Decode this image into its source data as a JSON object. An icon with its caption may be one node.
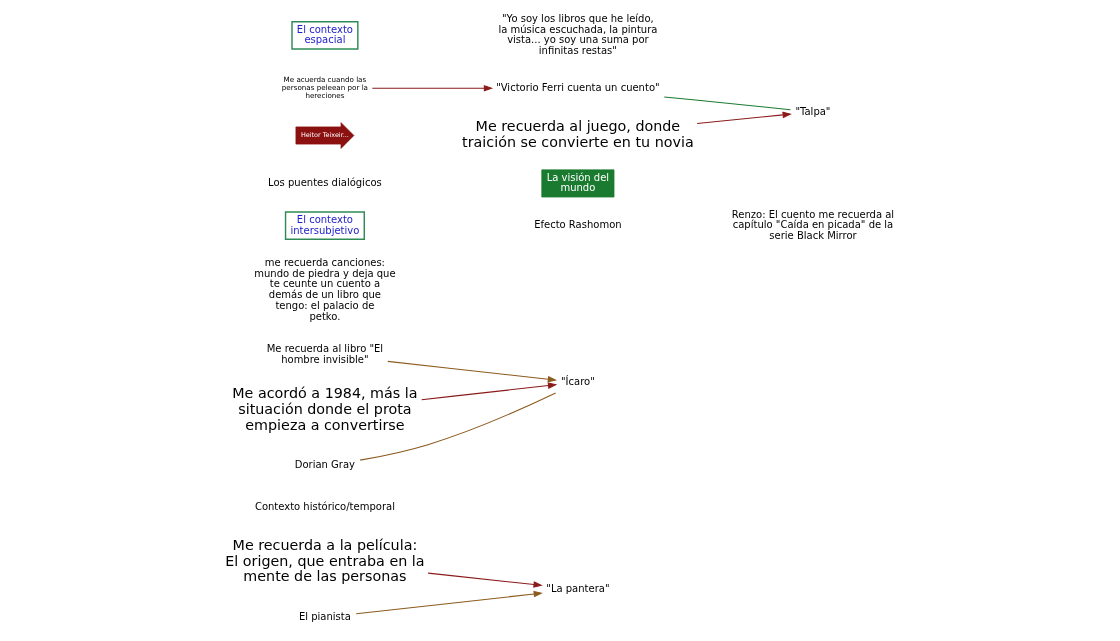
{
  "diagram": {
    "nodes": [
      {
        "text": [
          "Me recuerda a la película: El origen, que entraba en la mente de las personas"
        ]
      },
      {
        "text": [
          "El pianista"
        ]
      },
      {
        "text": [
          "\"La pantera\""
        ]
      },
      {
        "text": [
          "Contexto histórico/temporal"
        ]
      },
      {
        "text": [
          "me recuerda canciones: mundo de piedra y deja que te ceunte un cuento a demás de un libro que tengo: el palacio de petko."
        ]
      },
      {
        "text": [
          "\"Ícaro\""
        ]
      },
      {
        "text": [
          "El contexto intersubjetivo"
        ]
      },
      {
        "text": [
          "Los puentes dialógicos"
        ]
      },
      {
        "text": [
          "La visión del mundo"
        ]
      },
      {
        "text": [
          "Efecto Rashomon"
        ]
      },
      {
        "text": [
          "Renzo: El cuento me recuerda al capítulo \"Caída en picada\" de la serie Black Mirror"
        ]
      },
      {
        "text": [
          "Me recuerda al libro \"El hombre invisible\""
        ]
      },
      {
        "text": [
          "Me acuerda cuando las personas peleean por la hereciones"
        ]
      },
      {
        "text": [
          "\"Victorio Ferri cuenta un cuento\""
        ]
      },
      {
        "text": [
          "Me acordó a 1984, más la situación donde el prota empieza a convertirse"
        ]
      },
      {
        "text": [
          "Dorian Gray"
        ]
      },
      {
        "text": [
          "El contexto espacial"
        ]
      },
      {
        "text": [
          "Heitor Teixeir..."
        ]
      },
      {
        "text": [
          "\"Talpa\""
        ]
      },
      {
        "text": [
          "Me recuerda al juego, donde traición se convierte en tu novia"
        ]
      },
      {
        "text": [
          "\"Yo soy los libros que he leído, la música escuchada, la pintura vista... yo soy una suma por infinitas restas\""
        ]
      }
    ],
    "edges": [
      {
        "from": 0,
        "to": 2,
        "arrow": "to",
        "color": "#8b1a1a"
      },
      {
        "from": 1,
        "to": 2,
        "arrow": "to",
        "color": "#8b5a1e"
      },
      {
        "from": 11,
        "to": 5,
        "arrow": "to",
        "color": "#8b5a1e"
      },
      {
        "from": 15,
        "to": 5,
        "arrow": "none",
        "color": "#8b5a1e"
      },
      {
        "from": 14,
        "to": 5,
        "arrow": "to",
        "color": "#8b1a1a"
      },
      {
        "from": 12,
        "to": 13,
        "arrow": "to",
        "color": "#8b1a1a"
      },
      {
        "from": 19,
        "to": 18,
        "arrow": "to",
        "color": "#8b1a1a"
      },
      {
        "from": 13,
        "to": 18,
        "arrow": "none",
        "color": "#1a7a30"
      }
    ]
  }
}
